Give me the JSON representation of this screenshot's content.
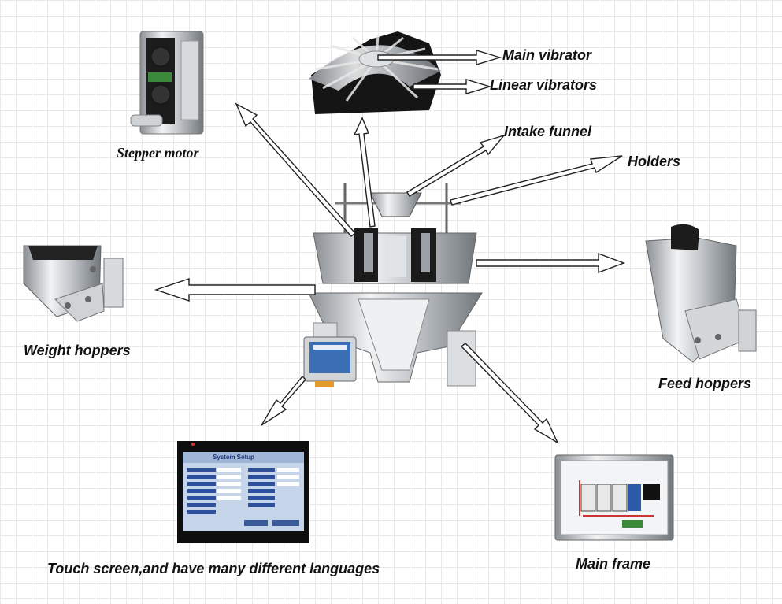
{
  "labels": {
    "main_vibrator": "Main vibrator",
    "linear_vibrators": "Linear vibrators",
    "intake_funnel": "Intake funnel",
    "holders": "Holders",
    "stepper_motor": "Stepper motor",
    "weight_hoppers": "Weight hoppers",
    "feed_hoppers": "Feed hoppers",
    "main_frame": "Main frame",
    "touch_screen": "Touch screen,and have many different languages"
  },
  "screen": {
    "title": "System Setup"
  },
  "colors": {
    "steel_light": "#e6e8ea",
    "steel_mid": "#b8bcc0",
    "steel_dark": "#6e7378",
    "black": "#1a1a1a",
    "screen_blue": "#2d4f9e",
    "grid": "#e9e9e9"
  }
}
